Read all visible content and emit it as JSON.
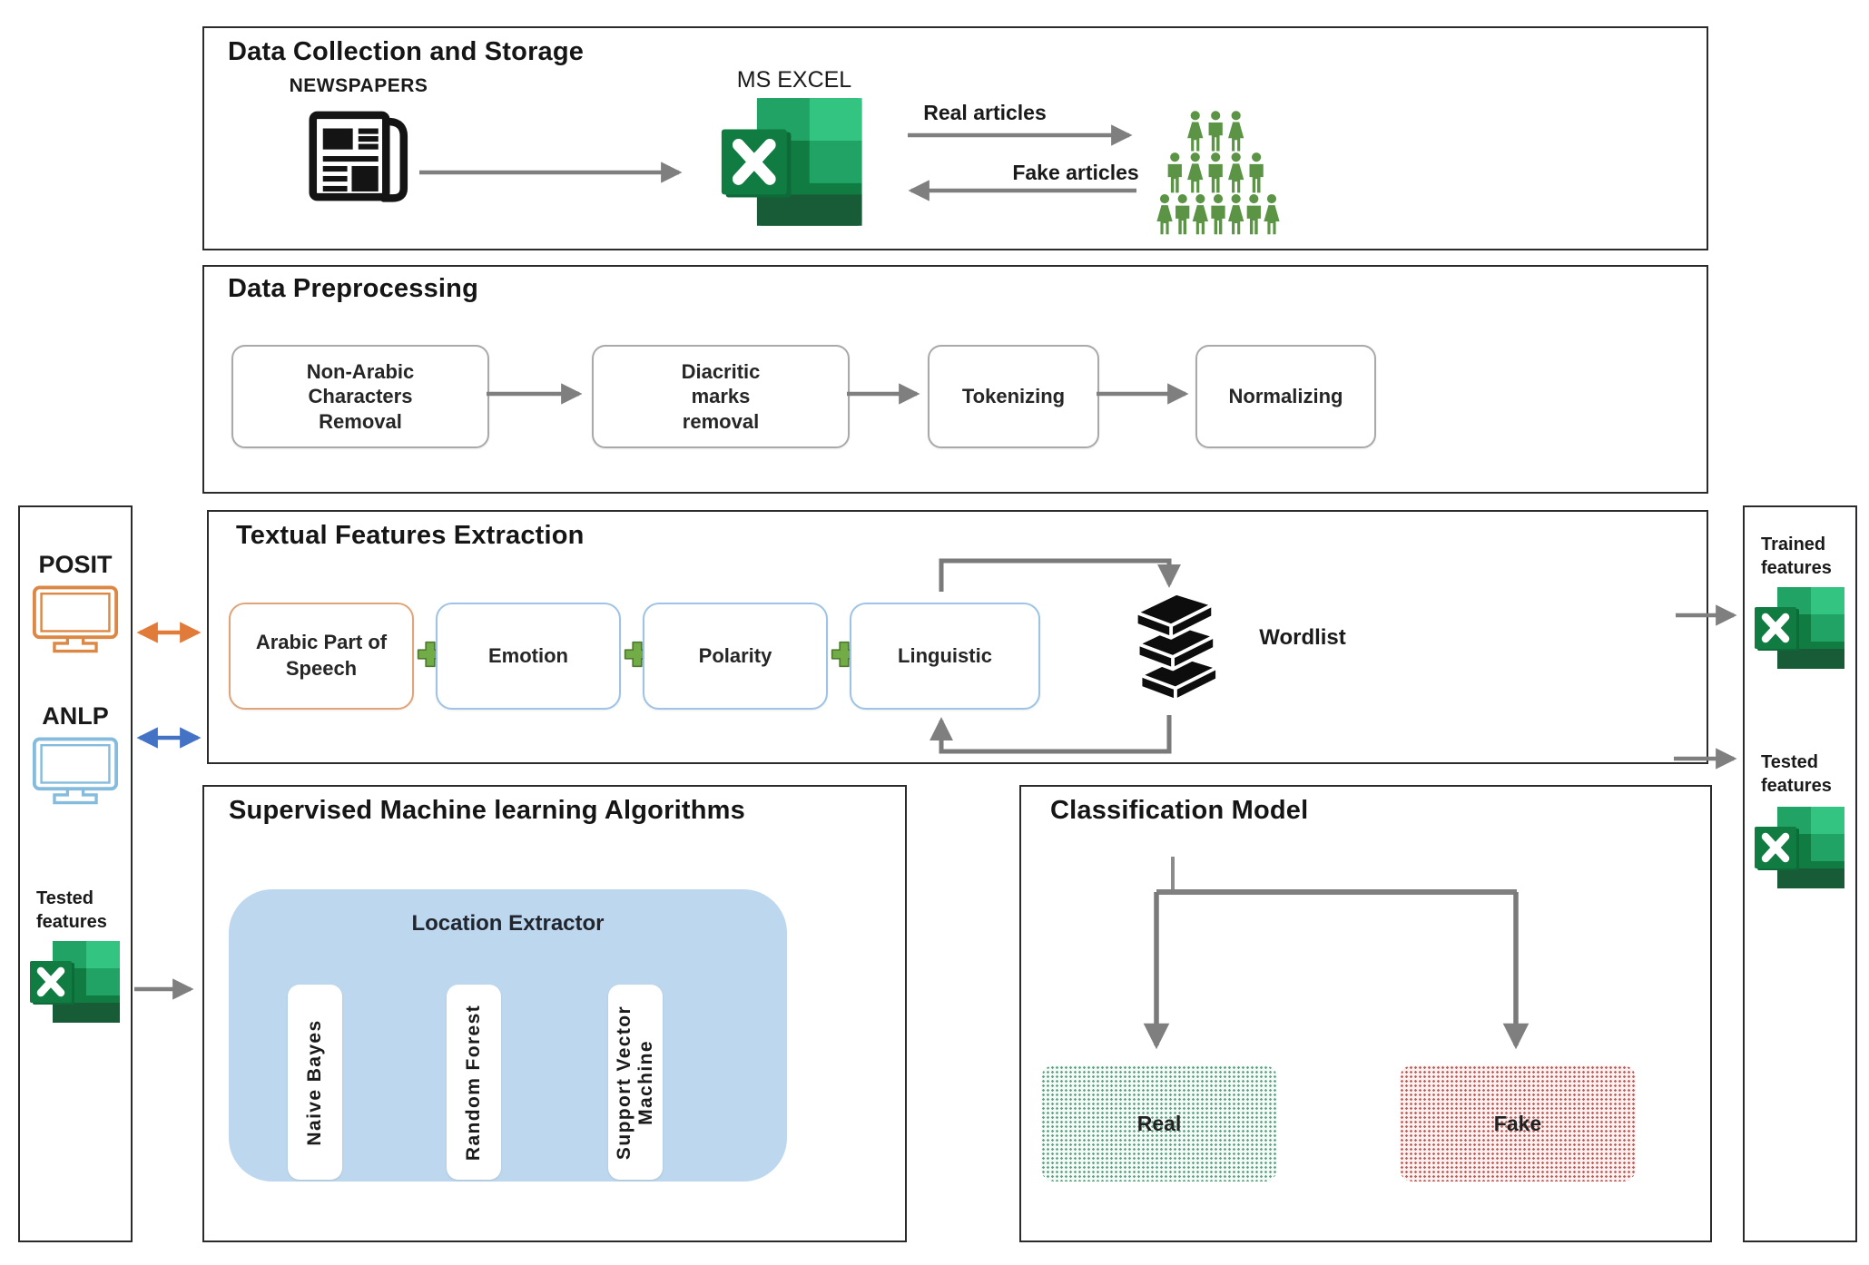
{
  "colors": {
    "excel_green": "#107C41",
    "excel_green_light": "#21A366",
    "excel_green_lighter": "#33C481",
    "excel_green_dark": "#185C37",
    "crowd_green": "#5A9444",
    "pos_orange": "#E0A478",
    "feat_blue": "#9DC3E6",
    "arrow_orange": "#E07B39",
    "arrow_blue": "#4472C4",
    "monitor_orange": "#DC8744",
    "monitor_blue": "#85BBDC",
    "container_blue": "#BDD7EE",
    "plus_green": "#71AC47",
    "real_dot": "#63a386",
    "fake_dot": "#c0605c",
    "flow_gray": "#7f7f7f"
  },
  "data_collection": {
    "title": "Data Collection and Storage",
    "newspapers_label": "NEWSPAPERS",
    "excel_label": "MS EXCEL",
    "real_arrow_label": "Real articles",
    "fake_arrow_label": "Fake articles"
  },
  "preprocessing": {
    "title": "Data Preprocessing",
    "steps": [
      "Non-Arabic Characters Removal",
      "Diacritic marks removal",
      "Tokenizing",
      "Normalizing"
    ]
  },
  "tfe": {
    "title": "Textual Features Extraction",
    "features": [
      "Arabic Part of Speech",
      "Emotion",
      "Polarity",
      "Linguistic"
    ],
    "wordlist_label": "Wordlist"
  },
  "left_panel": {
    "posit_label": "POSIT",
    "anlp_label": "ANLP",
    "tested_features_label": "Tested features"
  },
  "right_panel": {
    "trained_features_label": "Trained features",
    "tested_features_label": "Tested features"
  },
  "supervised": {
    "title": "Supervised Machine learning Algorithms",
    "container_label": "Location Extractor",
    "algorithms": [
      "Naive Bayes",
      "Random Forest",
      "Support Vector Machine"
    ]
  },
  "classification": {
    "title": "Classification Model",
    "outcomes": [
      {
        "label": "Real"
      },
      {
        "label": "Fake"
      }
    ]
  }
}
